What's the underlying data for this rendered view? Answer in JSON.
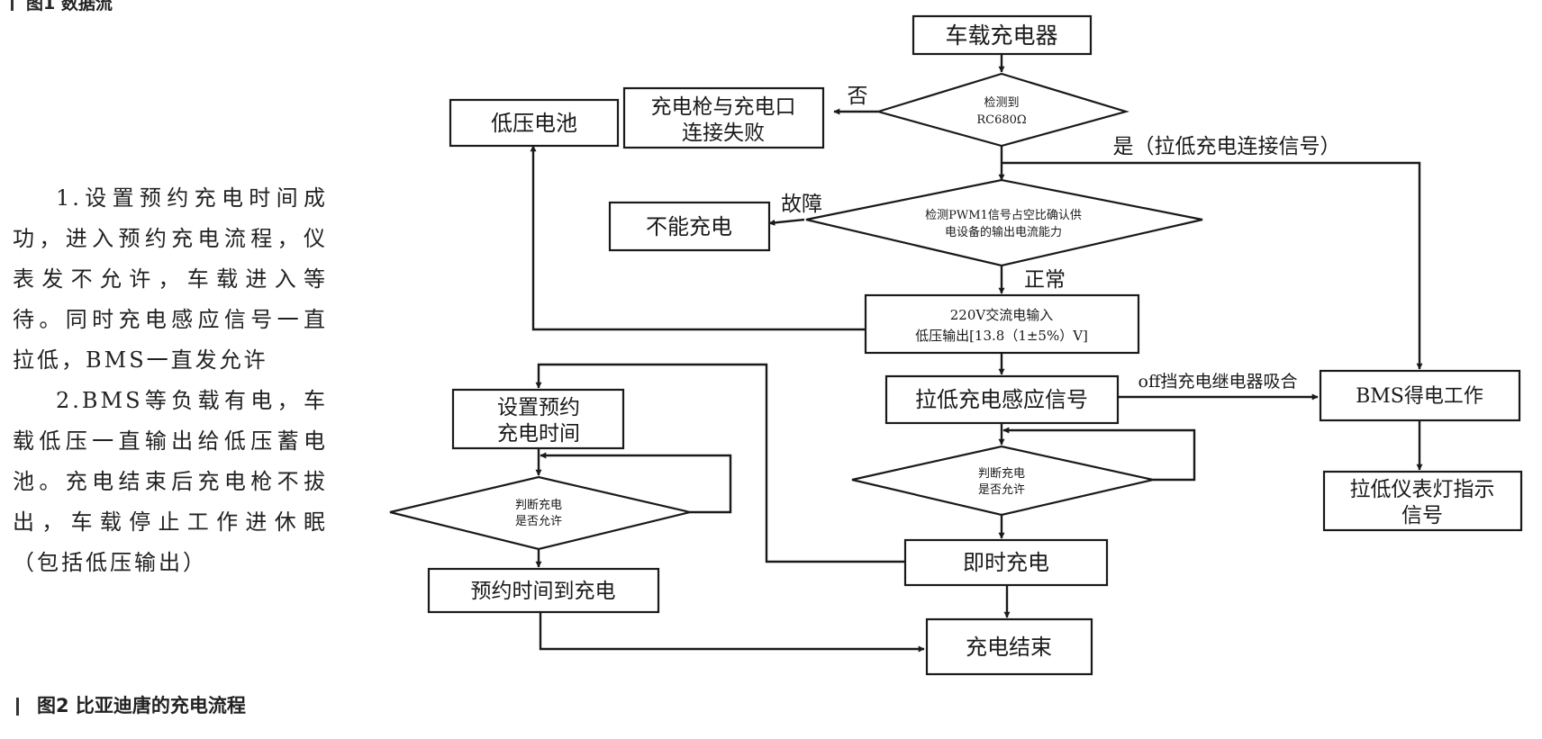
{
  "top_caption": "图1  数据流",
  "body_text": [
    "1.设置预约充电时间成功，进入预约充电流程，仪表发不允许，车载进入等待。同时充电感应信号一直拉低，BMS一直发允许",
    "2.BMS等负载有电，车载低压一直输出给低压蓄电池。充电结束后充电枪不拔出，车载停止工作进休眠（包括低压输出）"
  ],
  "figure_caption": "图2  比亚迪唐的充电流程",
  "flow": {
    "charger": "车载充电器",
    "detect_rc_l1": "检测到",
    "detect_rc_l2": "RC680Ω",
    "connect_fail_l1": "充电枪与充电口",
    "connect_fail_l2": "连接失败",
    "no_label": "否",
    "yes_label": "是（拉低充电连接信号）",
    "low_battery": "低压电池",
    "pwm_l1": "检测PWM1信号占空比确认供",
    "pwm_l2": "电设备的输出电流能力",
    "fault_label": "故障",
    "cannot_charge": "不能充电",
    "normal_label": "正常",
    "ac_l1": "220V交流电输入",
    "ac_l2": "低压输出[13.8（1±5%）V]",
    "pull_sense": "拉低充电感应信号",
    "off_relay_label": "off挡充电继电器吸合",
    "bms_work": "BMS得电工作",
    "dash_l1": "拉低仪表灯指示",
    "dash_l2": "信号",
    "judge_r_l1": "判断充电",
    "judge_r_l2": "是否允许",
    "instant": "即时充电",
    "set_time_l1": "设置预约",
    "set_time_l2": "充电时间",
    "judge_l_l1": "判断充电",
    "judge_l_l2": "是否允许",
    "scheduled": "预约时间到充电",
    "end": "充电结束"
  }
}
